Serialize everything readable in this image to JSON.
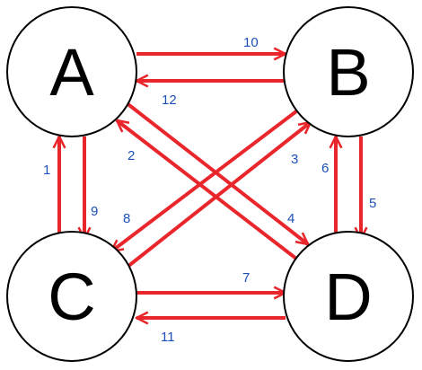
{
  "colors": {
    "edge": "#e8262b",
    "edge_label": "#1d4fb8",
    "node_stroke": "#000000"
  },
  "nodes": [
    {
      "id": "A",
      "label": "A"
    },
    {
      "id": "B",
      "label": "B"
    },
    {
      "id": "C",
      "label": "C"
    },
    {
      "id": "D",
      "label": "D"
    }
  ],
  "edges": [
    {
      "label": "1",
      "from": "C",
      "to": "A"
    },
    {
      "label": "2",
      "from": "D",
      "to": "A"
    },
    {
      "label": "3",
      "from": "C",
      "to": "B"
    },
    {
      "label": "4",
      "from": "A",
      "to": "D"
    },
    {
      "label": "5",
      "from": "B",
      "to": "D"
    },
    {
      "label": "6",
      "from": "D",
      "to": "B"
    },
    {
      "label": "7",
      "from": "C",
      "to": "D"
    },
    {
      "label": "8",
      "from": "B",
      "to": "C"
    },
    {
      "label": "9",
      "from": "A",
      "to": "C"
    },
    {
      "label": "10",
      "from": "A",
      "to": "B"
    },
    {
      "label": "11",
      "from": "D",
      "to": "C"
    },
    {
      "label": "12",
      "from": "B",
      "to": "A"
    }
  ]
}
